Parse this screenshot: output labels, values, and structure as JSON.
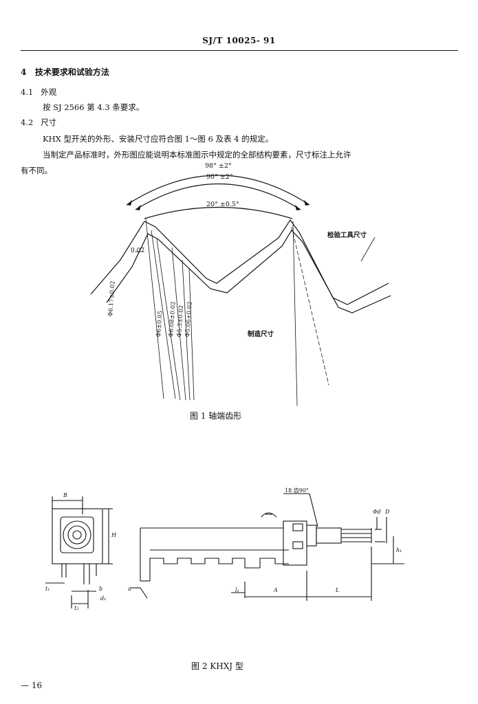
{
  "header": {
    "standard_code": "SJ/T 10025- 91"
  },
  "section4": {
    "number": "4",
    "title": "技术要求和试验方法"
  },
  "s41": {
    "number": "4.1",
    "title": "外观",
    "body": "按 SJ 2566 第 4.3 条要求。"
  },
  "s42": {
    "number": "4.2",
    "title": "尺寸",
    "body1": "KHX 型开关的外形、安装尺寸应符合图 1～图 6 及表 4 的规定。",
    "body2_line1": "当制定产品标准时，外形图应能说明本标准图示中规定的全部结构要素，尺寸标注上允许",
    "body2_line2": "有不同。"
  },
  "figure1": {
    "caption": "图 1  轴端齿形",
    "angle_outer": "98° ±2°",
    "angle_mid": "90° ±2°",
    "angle_inner": "20° ±0.5°",
    "offset": "0.07",
    "dims": [
      "Φ6.17±0.02",
      "Φ6±0.05",
      "Φ6.08±0.02",
      "Φ5.3±0.02",
      "Φ5.06+0.02"
    ],
    "label_tool": "检验工具尺寸",
    "label_mfg": "制造尺寸"
  },
  "figure2": {
    "caption": "图 2  KHXJ 型",
    "label_B": "B",
    "label_H": "H",
    "label_t1": "t₁",
    "label_t2": "t₂",
    "label_b": "b",
    "label_d1": "d₁",
    "label_a": "a",
    "label_teeth": "18 齿90°",
    "label_h1": "h₁",
    "label_phi_d": "Φd",
    "label_D": "D",
    "label_A": "A",
    "label_L": "L",
    "label_l1": "l₁"
  },
  "footer": {
    "page_number": "— 16"
  }
}
